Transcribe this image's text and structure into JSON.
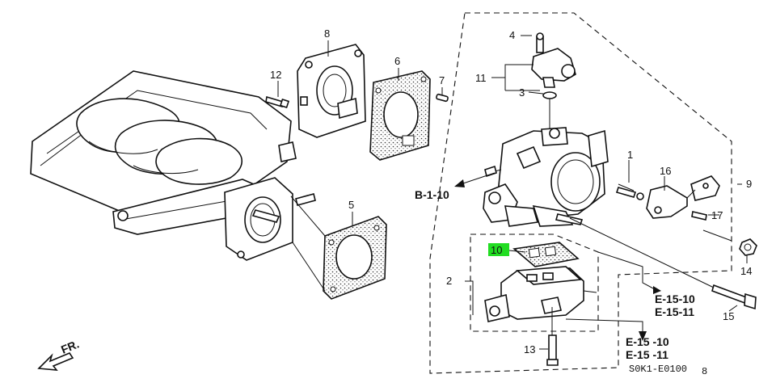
{
  "diagram": {
    "callouts": {
      "c1": "1",
      "c2": "2",
      "c3": "3",
      "c4": "4",
      "c5": "5",
      "c6": "6",
      "c7": "7",
      "c8": "8",
      "c9": "9",
      "c10": "10",
      "c11": "11",
      "c12": "12",
      "c13": "13",
      "c14": "14",
      "c15": "15",
      "c16": "16",
      "c17": "17"
    },
    "references": {
      "b110": "B-1-10",
      "e1510_a": "E-15-10",
      "e1511_a": "E-15-11",
      "e1510_b": "E-15 -10",
      "e1511_b": "E-15 -11"
    },
    "front_label": "FR.",
    "diagram_code": "S0K1-E0100",
    "page_marker": "8",
    "highlight_color": "#22dd22"
  }
}
